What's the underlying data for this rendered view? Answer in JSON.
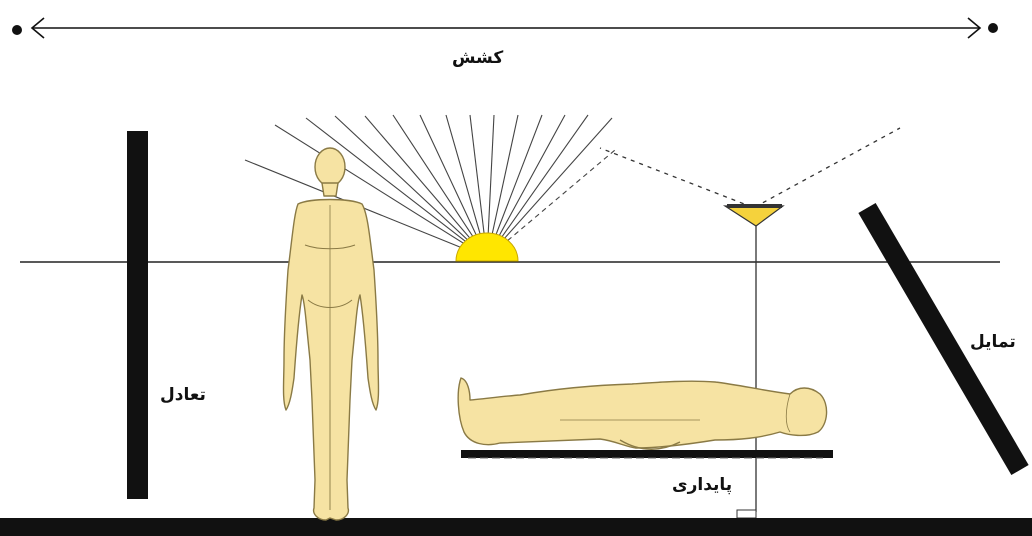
{
  "labels": {
    "attraction": "کشش",
    "balance": "تعادل",
    "inclination": "تمایل",
    "stability": "پایداری"
  },
  "colors": {
    "ink": "#111111",
    "sun": "#ffe600",
    "figure_fill": "#f6e3a3",
    "figure_stroke": "#8a7a45",
    "lamp": "#f5d23c"
  },
  "icons": {
    "standing_figure": "standing-human-icon",
    "lying_figure": "lying-human-icon",
    "sun": "half-sun-icon",
    "lamp": "hanging-lamp-icon"
  }
}
